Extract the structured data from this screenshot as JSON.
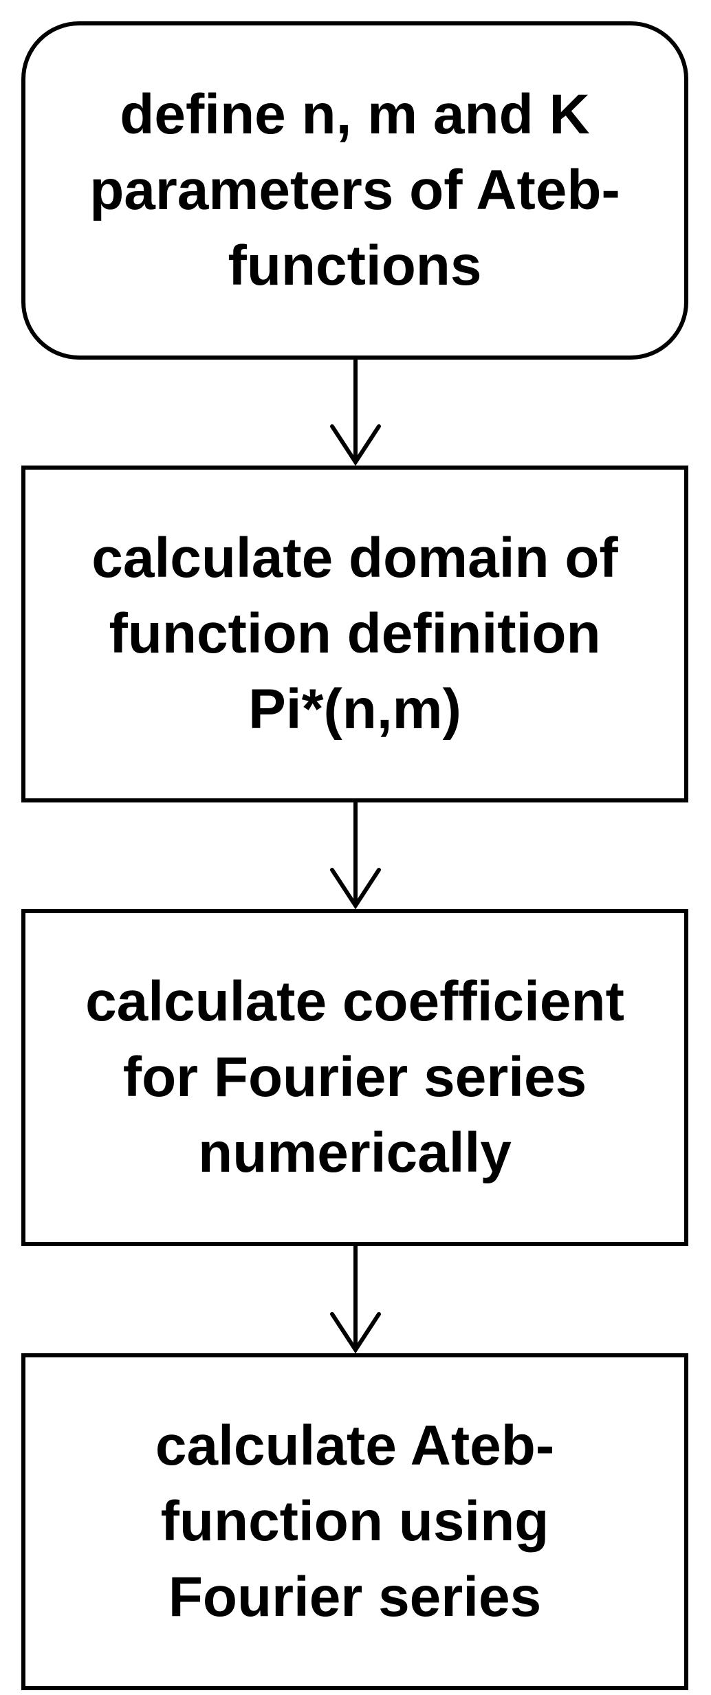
{
  "diagram": {
    "nodes": [
      {
        "id": "step-1",
        "shape": "rounded-rectangle",
        "lines": [
          "define n, m and K",
          "parameters of Ateb-",
          "functions"
        ]
      },
      {
        "id": "step-2",
        "shape": "rectangle",
        "lines": [
          "calculate domain of",
          "function definition",
          "Pi*(n,m)"
        ]
      },
      {
        "id": "step-3",
        "shape": "rectangle",
        "lines": [
          "calculate coefficient",
          "for Fourier series",
          "numerically"
        ]
      },
      {
        "id": "step-4",
        "shape": "rectangle",
        "lines": [
          "calculate Ateb-",
          "function using",
          "Fourier series"
        ]
      }
    ],
    "edges": [
      {
        "from": "step-1",
        "to": "step-2"
      },
      {
        "from": "step-2",
        "to": "step-3"
      },
      {
        "from": "step-3",
        "to": "step-4"
      }
    ],
    "colors": {
      "stroke": "#000000",
      "fill": "#ffffff",
      "text": "#000000"
    }
  }
}
